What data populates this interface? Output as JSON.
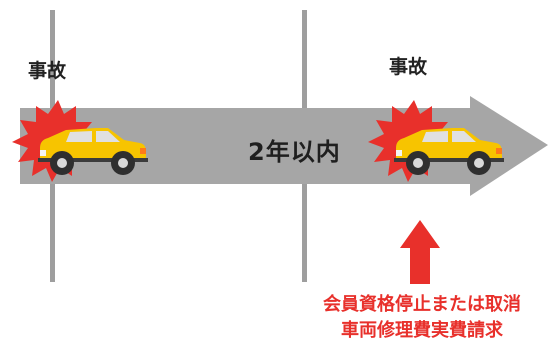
{
  "diagram": {
    "left_event_label": "事故",
    "right_event_label": "事故",
    "period_label": "2年以内",
    "consequence_lines": [
      "会員資格停止または取消",
      "車両修理費実費請求"
    ],
    "colors": {
      "arrow": "#a6a6a6",
      "divider": "#9e9e9e",
      "burst": "#e8302b",
      "car_body": "#f7c400",
      "consequence": "#e8302b"
    }
  }
}
